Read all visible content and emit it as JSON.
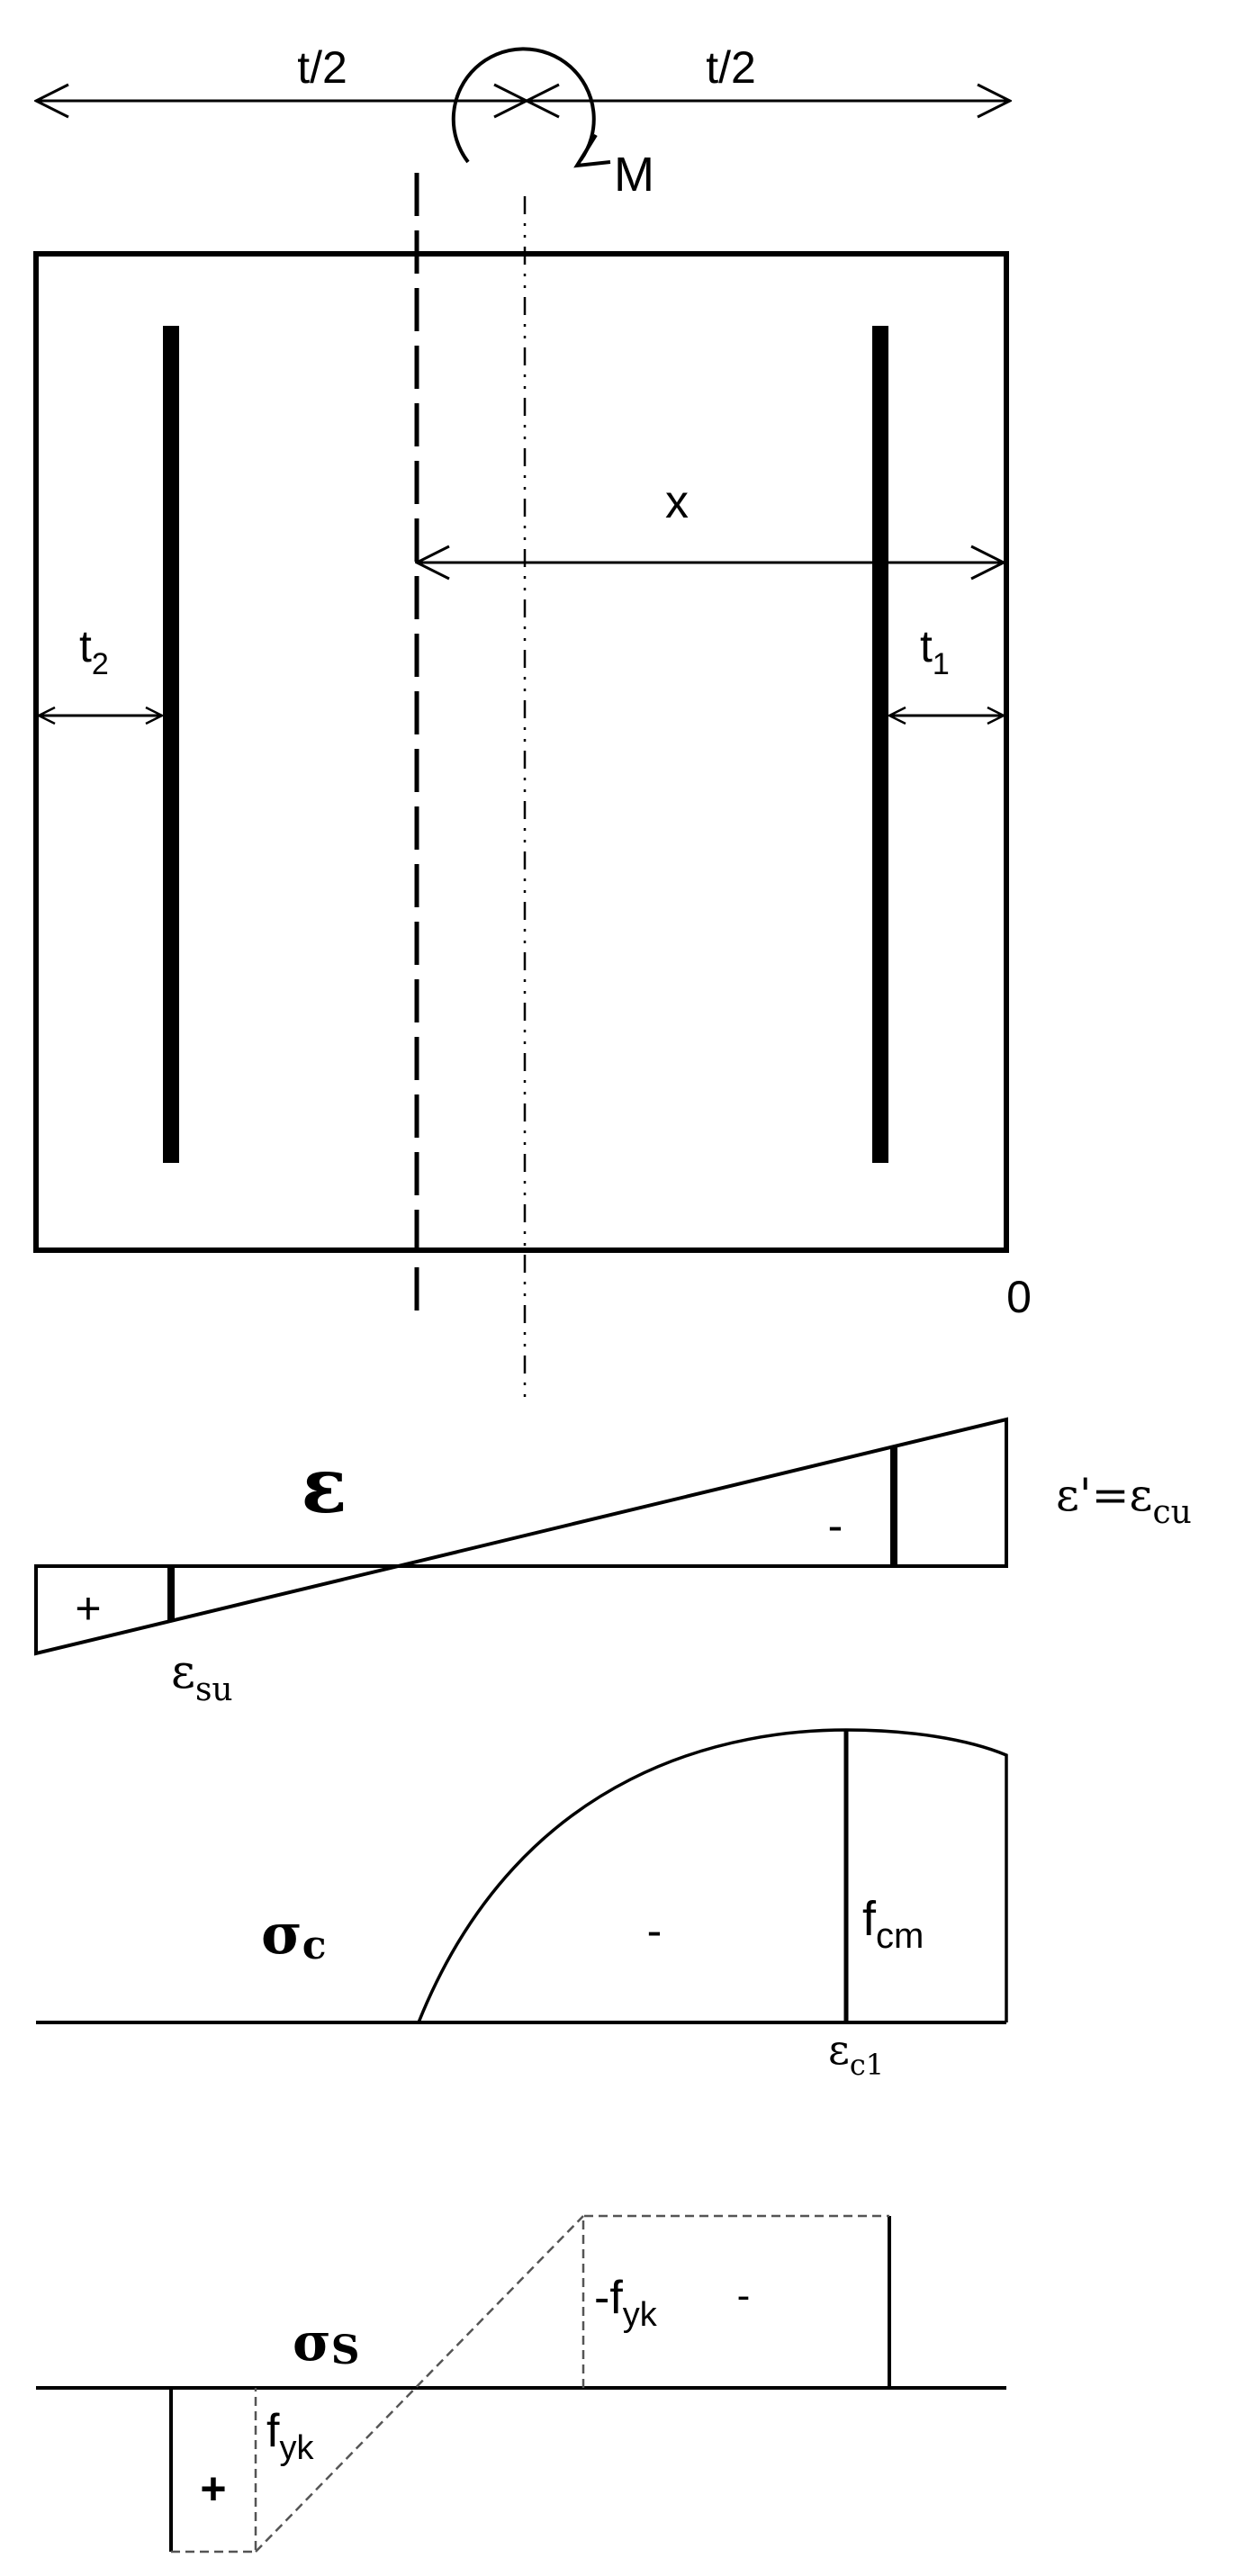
{
  "dimensions": {
    "half_thickness_left": "t/2",
    "half_thickness_right": "t/2",
    "moment": "M",
    "neutral_axis_depth": "x",
    "cover_left": {
      "base": "t",
      "sub": "2"
    },
    "cover_right": {
      "base": "t",
      "sub": "1"
    },
    "origin": "0"
  },
  "strain": {
    "symbol": "ε",
    "tension_sign": "+",
    "compression_sign": "-",
    "steel_ultimate": {
      "base": "ε",
      "sub": "su"
    },
    "edge_label": {
      "base": "ε'=ε",
      "sub": "cu"
    }
  },
  "concrete_stress": {
    "symbol": {
      "base": "σ",
      "sub": "c"
    },
    "sign": "-",
    "peak_label": {
      "base": "f",
      "sub": "cm"
    },
    "peak_strain": {
      "base": "ε",
      "sub": "c1"
    }
  },
  "steel_stress": {
    "symbol": {
      "base": "σ",
      "sub": "S"
    },
    "tension_label": {
      "base": "f",
      "sub": "yk"
    },
    "compression_label": {
      "base": "-f",
      "sub": "yk"
    },
    "tension_sign": "+",
    "compression_sign": "-"
  }
}
